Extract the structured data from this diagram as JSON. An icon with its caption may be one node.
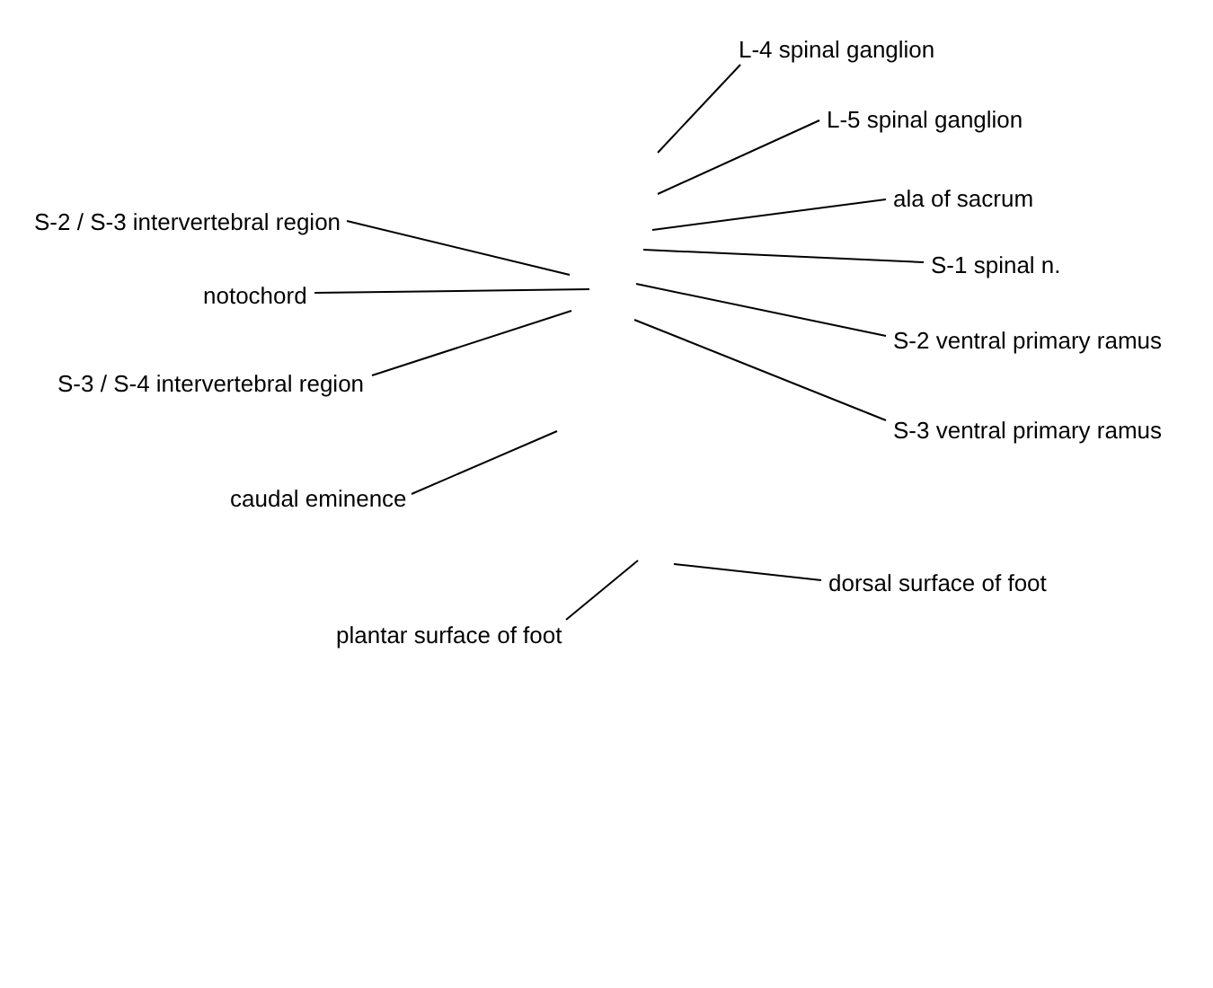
{
  "diagram": {
    "nodes": [
      {
        "text": [
          "L-4 spinal ganglion"
        ]
      },
      {
        "text": [
          "L-5 spinal ganglion"
        ]
      },
      {
        "text": [
          "ala of sacrum"
        ]
      },
      {
        "text": [
          "S-2 / S-3 intervertebral region"
        ]
      },
      {
        "text": [
          "S-1 spinal n."
        ]
      },
      {
        "text": [
          "notochord"
        ]
      },
      {
        "text": [
          "S-2 ventral primary ramus"
        ]
      },
      {
        "text": [
          "S-3 / S-4 intervertebral region"
        ]
      },
      {
        "text": [
          "S-3 ventral primary ramus"
        ]
      },
      {
        "text": [
          "caudal eminence"
        ]
      },
      {
        "text": [
          "dorsal surface of foot"
        ]
      },
      {
        "text": [
          "plantar surface of foot"
        ]
      }
    ],
    "edges": [
      {
        "from": 0,
        "to": null,
        "arrow": "none"
      },
      {
        "from": 1,
        "to": null,
        "arrow": "none"
      },
      {
        "from": 2,
        "to": null,
        "arrow": "none"
      },
      {
        "from": 3,
        "to": null,
        "arrow": "none"
      },
      {
        "from": 4,
        "to": null,
        "arrow": "none"
      },
      {
        "from": 5,
        "to": null,
        "arrow": "none"
      },
      {
        "from": 6,
        "to": null,
        "arrow": "none"
      },
      {
        "from": 7,
        "to": null,
        "arrow": "none"
      },
      {
        "from": 8,
        "to": null,
        "arrow": "none"
      },
      {
        "from": 9,
        "to": null,
        "arrow": "none"
      },
      {
        "from": 10,
        "to": null,
        "arrow": "none"
      },
      {
        "from": 11,
        "to": null,
        "arrow": "none"
      }
    ]
  }
}
